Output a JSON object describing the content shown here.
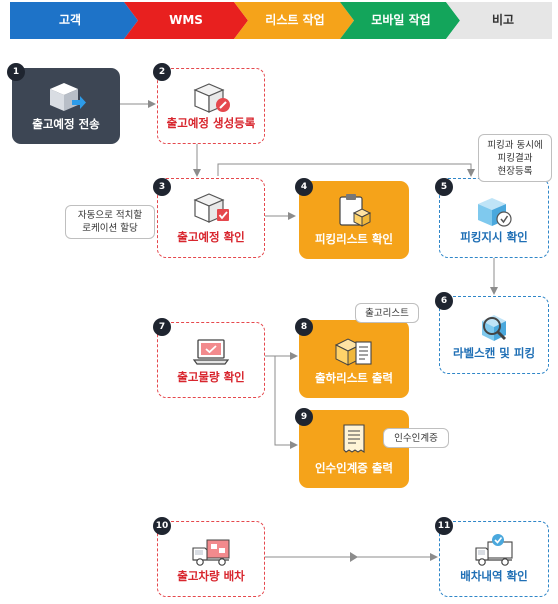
{
  "header": {
    "stages": [
      {
        "label": "고객",
        "color": "#1e73c8"
      },
      {
        "label": "WMS",
        "color": "#e8201f"
      },
      {
        "label": "리스트 작업",
        "color": "#f5a31a"
      },
      {
        "label": "모바일 작업",
        "color": "#13a55b"
      },
      {
        "label": "비고",
        "color": "#e6e6e6",
        "text_color": "#333333"
      }
    ]
  },
  "steps": [
    {
      "num": "1",
      "label": "출고예정 전송"
    },
    {
      "num": "2",
      "label": "출고예정 생성등록"
    },
    {
      "num": "3",
      "label": "출고예정 확인"
    },
    {
      "num": "4",
      "label": "피킹리스트 확인"
    },
    {
      "num": "5",
      "label": "피킹지시 확인"
    },
    {
      "num": "6",
      "label": "라벨스캔 및 피킹"
    },
    {
      "num": "7",
      "label": "출고물량 확인"
    },
    {
      "num": "8",
      "label": "출하리스트 출력"
    },
    {
      "num": "9",
      "label": "인수인계증 출력"
    },
    {
      "num": "10",
      "label": "출고차량 배차"
    },
    {
      "num": "11",
      "label": "배차내역 확인"
    }
  ],
  "callouts": {
    "auto_location": {
      "line1": "자동으로 적치할",
      "line2": "로케이션 할당"
    },
    "picking_note": {
      "line1": "피킹과 동시에",
      "line2": "피킹결과",
      "line3": "현장등록"
    },
    "shipping_list": {
      "line1": "출고리스트"
    },
    "handover": {
      "line1": "인수인계증"
    }
  },
  "colors": {
    "customer_blue": "#1e73c8",
    "wms_red": "#e8201f",
    "list_orange": "#f5a31a",
    "mobile_green": "#13a55b",
    "dark_box": "#3d4654",
    "connector_gray": "#8c8c8c"
  },
  "icons": [
    "box-send-icon",
    "box-edit-icon",
    "box-check-icon",
    "clipboard-box-icon",
    "box-verify-icon",
    "magnifier-scan-icon",
    "laptop-check-icon",
    "box-document-icon",
    "receipt-icon",
    "truck-box-icon",
    "truck-check-icon"
  ]
}
